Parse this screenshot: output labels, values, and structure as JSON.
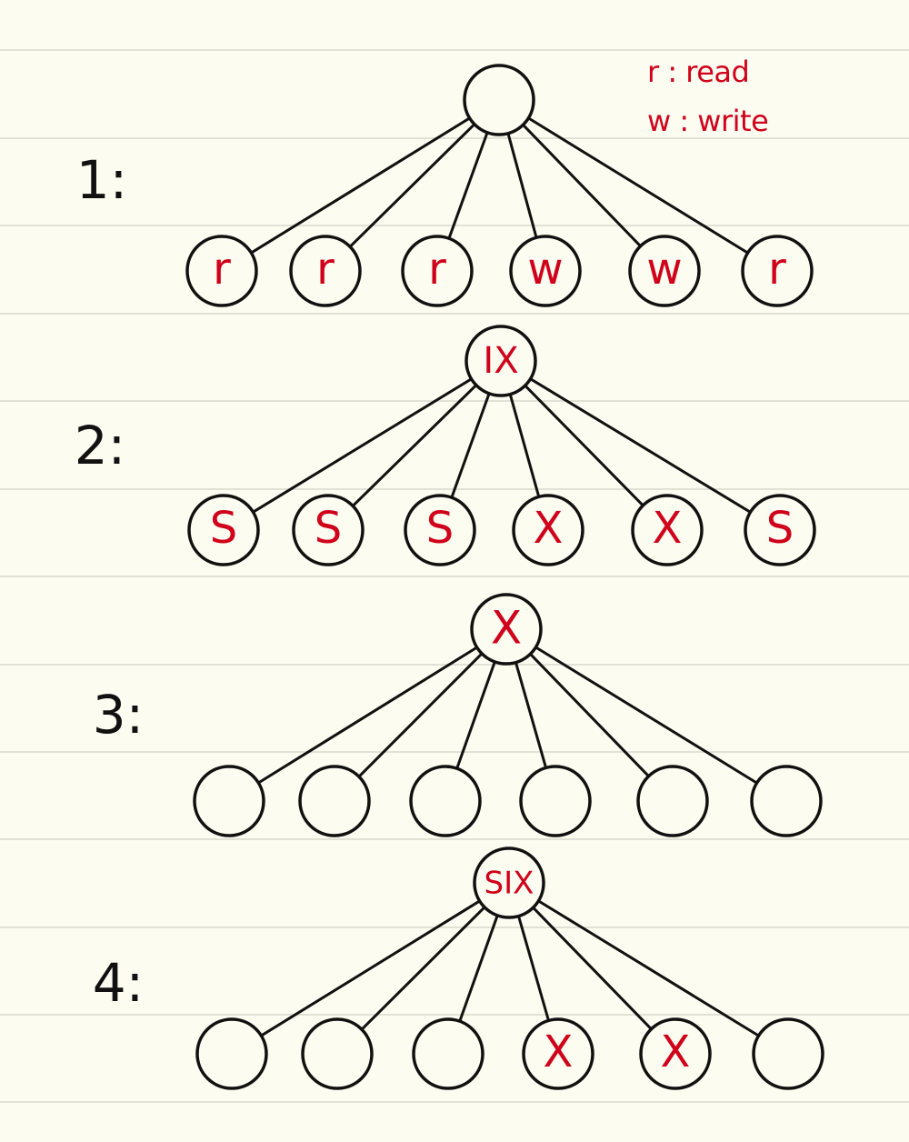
{
  "colors": {
    "background": "#fcfcf0",
    "ruled_line": "#e1e1d6",
    "ink": "#111111",
    "annotation": "#d0021b"
  },
  "legend": {
    "read": "r : read",
    "write": "w : write"
  },
  "diagrams": [
    {
      "step_label": "1:",
      "root_label": "",
      "children": [
        "r",
        "r",
        "r",
        "w",
        "w",
        "r"
      ]
    },
    {
      "step_label": "2:",
      "root_label": "IX",
      "children": [
        "S",
        "S",
        "S",
        "X",
        "X",
        "S"
      ]
    },
    {
      "step_label": "3:",
      "root_label": "X",
      "children": [
        "",
        "",
        "",
        "",
        "",
        ""
      ]
    },
    {
      "step_label": "4:",
      "root_label": "SIX",
      "children": [
        "",
        "",
        "",
        "X",
        "X",
        ""
      ]
    }
  ]
}
